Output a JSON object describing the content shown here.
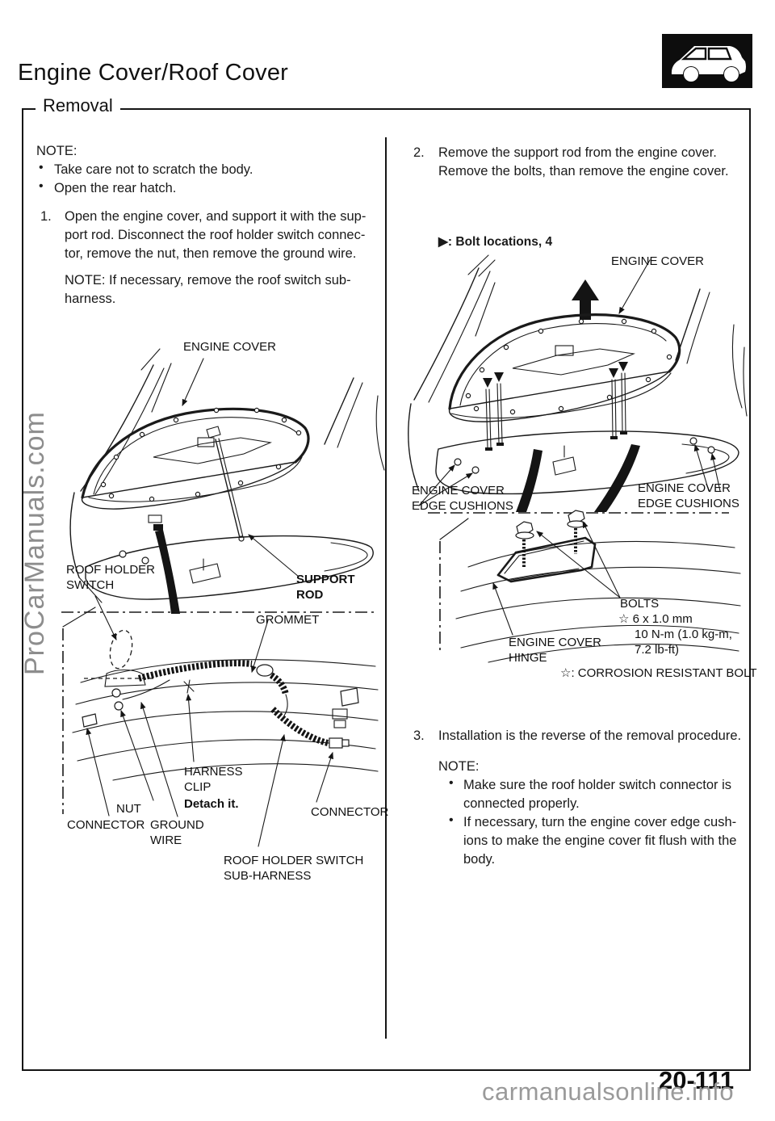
{
  "page": {
    "title": "Engine Cover/Roof Cover",
    "section": "Removal",
    "page_number": "20-111"
  },
  "watermarks": {
    "left_vertical": "ProCarManuals.com",
    "bottom": "carmanualsonline.info"
  },
  "glyphs": {
    "bullet": "•",
    "bolt_marker": "▼",
    "star": "☆"
  },
  "left_column": {
    "note": {
      "title": "NOTE:",
      "items": [
        "Take care not to scratch the body.",
        "Open the rear hatch."
      ]
    },
    "step1": {
      "number": "1.",
      "text": "Open the engine cover, and support it with the sup-\nport rod. Disconnect the roof holder switch connec-\ntor, remove the nut, then remove the ground wire.",
      "note": "NOTE: If necessary, remove the roof switch sub-\nharness."
    }
  },
  "figure_open": {
    "labels": {
      "engine_cover": "ENGINE COVER",
      "roof_holder_switch": "ROOF HOLDER\nSWITCH",
      "support_rod": "SUPPORT\nROD"
    }
  },
  "figure_harness": {
    "labels": {
      "grommet": "GROMMET",
      "harness_clip": "HARNESS\nCLIP",
      "detach": "Detach it.",
      "nut": "NUT",
      "connector_left": "CONNECTOR",
      "ground_wire": "GROUND\nWIRE",
      "connector_right": "CONNECTOR",
      "sub_harness": "ROOF HOLDER SWITCH\nSUB-HARNESS"
    }
  },
  "right_column": {
    "step2": {
      "number": "2.",
      "text": "Remove the support rod from the engine cover.\nRemove the bolts, than remove the engine cover."
    },
    "bolt_locations": "▶: Bolt locations, 4",
    "step3": {
      "number": "3.",
      "text": "Installation is the reverse of the removal procedure."
    },
    "note": {
      "title": "NOTE:",
      "items": [
        "Make sure the roof holder switch connector is\nconnected properly.",
        "If necessary, turn the engine cover edge cush-\nions to make the engine cover fit flush with the\nbody."
      ]
    }
  },
  "figure_remove": {
    "labels": {
      "engine_cover": "ENGINE COVER",
      "edge_cushions_left": "ENGINE COVER\nEDGE CUSHIONS",
      "edge_cushions_right": "ENGINE COVER\nEDGE CUSHIONS"
    }
  },
  "figure_hinge": {
    "labels": {
      "bolts": "BOLTS",
      "bolt_size": "☆ 6 x 1.0 mm",
      "bolt_torque": "10 N-m (1.0 kg-m,\n7.2 lb-ft)",
      "hinge": "ENGINE COVER\nHINGE",
      "corrosion_note": "☆: CORROSION RESISTANT BOLT"
    }
  }
}
